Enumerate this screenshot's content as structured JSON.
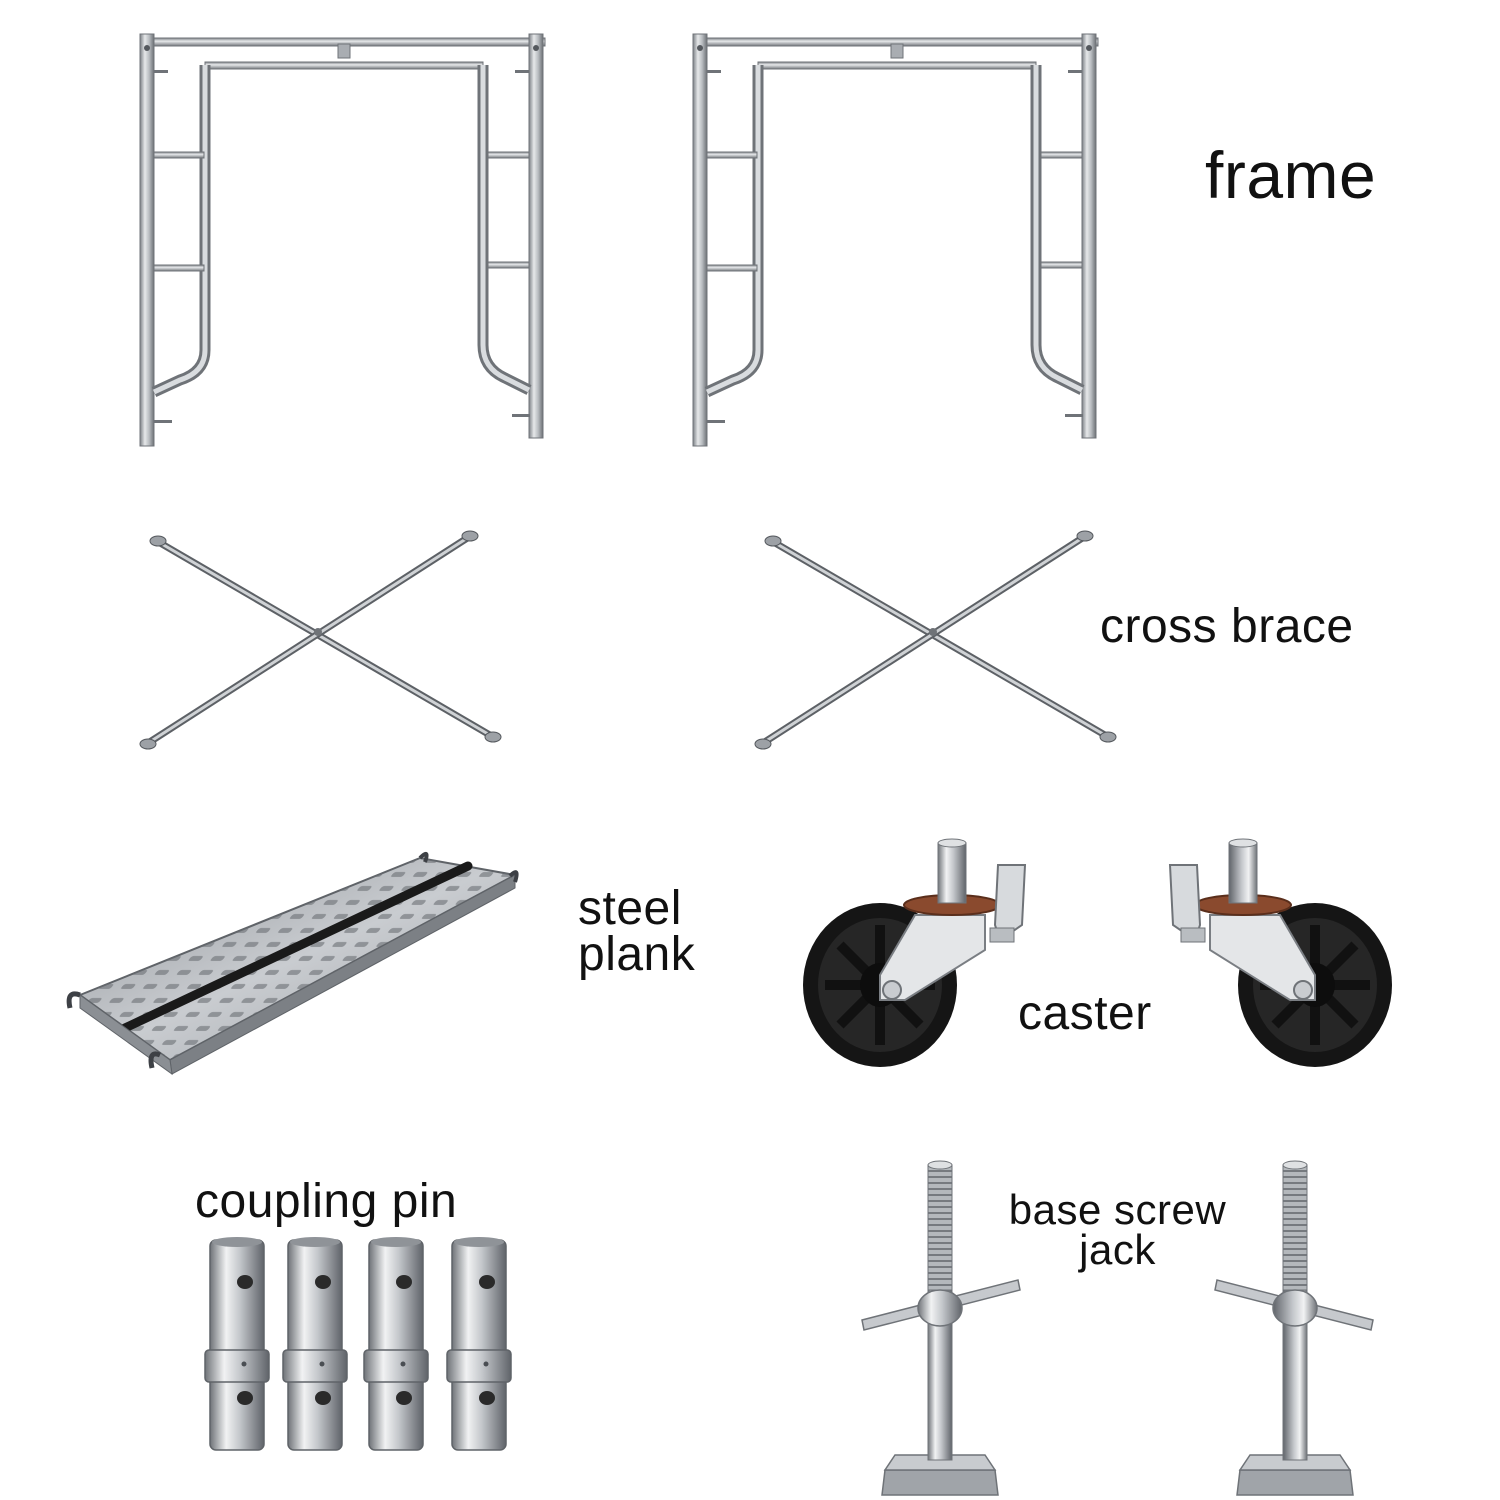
{
  "labels": {
    "frame": "frame",
    "cross_brace": "cross brace",
    "steel_plank_line1": "steel",
    "steel_plank_line2": "plank",
    "caster": "caster",
    "coupling_pin": "coupling pin",
    "base_screw_jack_line1": "base screw",
    "base_screw_jack_line2": "jack"
  },
  "colors": {
    "background": "#ffffff",
    "steel": "#a9adb2",
    "steel_dark": "#6f7378",
    "steel_light": "#e3e5e8",
    "rubber": "#1a1a1a",
    "copper": "#8a4a2e"
  },
  "parts": [
    {
      "name": "frame",
      "count": 2
    },
    {
      "name": "cross brace",
      "count": 2
    },
    {
      "name": "steel plank",
      "count": 1
    },
    {
      "name": "caster",
      "count": 2
    },
    {
      "name": "coupling pin",
      "count": 4
    },
    {
      "name": "base screw jack",
      "count": 2
    }
  ]
}
